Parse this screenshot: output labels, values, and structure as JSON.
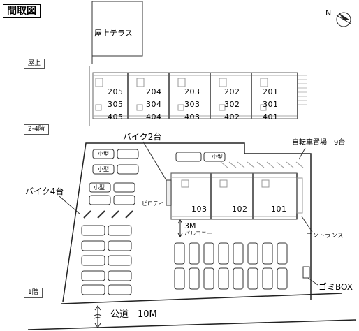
{
  "title": "間取図",
  "floors": {
    "roof": "屋上",
    "upper": "2-4階",
    "ground": "1階"
  },
  "roof_terrace": "屋上テラス",
  "upper_units": {
    "col1": [
      "205",
      "305",
      "405"
    ],
    "col2": [
      "204",
      "304",
      "404"
    ],
    "col3": [
      "203",
      "303",
      "403"
    ],
    "col4": [
      "202",
      "302",
      "402"
    ],
    "col5": [
      "201",
      "301",
      "401"
    ]
  },
  "ground_units": [
    "103",
    "102",
    "101"
  ],
  "labels": {
    "bike2": "バイク2台",
    "bike4": "バイク4台",
    "bicycle": "自転車置場　9台",
    "piloti": "ピロティ",
    "balcony_width": "3M",
    "balcony": "バルコニー",
    "entrance": "エントランス",
    "garbage": "ゴミBOX",
    "road": "公道　10M",
    "small_car": "小型"
  },
  "icons": {
    "compass": "compass-north-icon"
  }
}
